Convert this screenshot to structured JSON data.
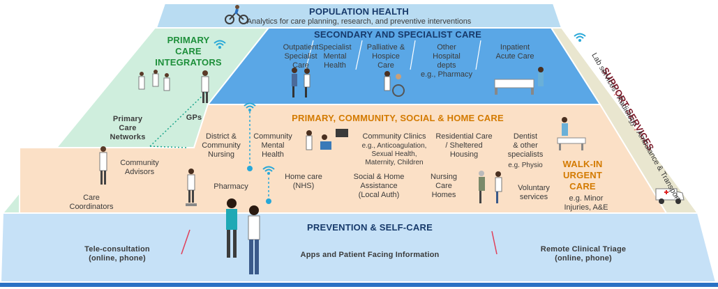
{
  "colors": {
    "population": "#b9dcf2",
    "secondary": "#5aa7e6",
    "primary_side": "#cfeedd",
    "community": "#fbe0c6",
    "support": "#e9e6cf",
    "prevention": "#c6e1f7",
    "green_text": "#1d8f3a",
    "orange_text": "#d37a00",
    "navy_text": "#173a6b",
    "maroon_text": "#7a1626",
    "wifi": "#27a7d8"
  },
  "population": {
    "title": "POPULATION HEALTH",
    "subtitle": "Analytics for care planning, research, and preventive interventions"
  },
  "secondary": {
    "title": "SECONDARY AND SPECIALIST CARE",
    "items": [
      "Outpatient\nSpecialist\nCare",
      "Specialist\nMental\nHealth",
      "Palliative &\nHospice\nCare",
      "Other\nHospital\ndepts\ne.g., Pharmacy",
      "Inpatient\nAcute Care"
    ]
  },
  "primary_integrators": {
    "title": "PRIMARY\nCARE\nINTEGRATORS",
    "gps": "GPs",
    "networks": "Primary\nCare\nNetworks",
    "advisors": "Community\nAdvisors",
    "coordinators": "Care\nCoordinators"
  },
  "community": {
    "title": "PRIMARY, COMMUNITY, SOCIAL & HOME CARE",
    "district": "District &\nCommunity\nNursing",
    "mental": "Community\nMental\nHealth",
    "clinics_title": "Community Clinics",
    "clinics_detail": "e.g., Anticoagulation,\nSexual Health,\nMaternity, Children",
    "residential": "Residential Care\n/ Sheltered\nHousing",
    "dentist": "Dentist\n& other\nspecialists",
    "dentist_eg": "e.g. Physio",
    "pharmacy": "Pharmacy",
    "home_care": "Home care\n(NHS)",
    "social": "Social & Home\nAssistance\n(Local Auth)",
    "nursing": "Nursing\nCare\nHomes",
    "voluntary": "Voluntary\nservices",
    "walkin": "WALK-IN\nURGENT\nCARE",
    "walkin_eg": "e.g. Minor\nInjuries, A&E"
  },
  "support": {
    "title": "SUPPORT SERVICES",
    "lab": "Lab services",
    "radiology": "Radiology",
    "ambulance": "Ambulance & Transport"
  },
  "prevention": {
    "title": "PREVENTION & SELF-CARE",
    "tele": "Tele-consultation\n(online, phone)",
    "apps": "Apps and Patient Facing Information",
    "triage": "Remote Clinical Triage\n(online, phone)"
  }
}
